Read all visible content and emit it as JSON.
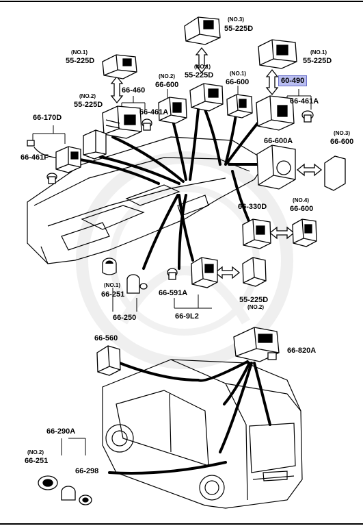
{
  "labels": {
    "no3_top": "(NO.3)",
    "p55225d_top": "55-225D",
    "no1_a": "(NO.1)",
    "p55225d_a": "55-225D",
    "no1_b": "(NO.1)",
    "p55225d_b": "55-225D",
    "no1_c": "(NO.1)",
    "p55225d_c": "55-225D",
    "no2_a": "(NO.2)",
    "p66600_a": "66-600",
    "no1_d": "(NO.1)",
    "p66600_d": "66-600",
    "p60490": "60-490",
    "p66461a_r": "66-461A",
    "p66460": "66-460",
    "no2_b": "(NO.2)",
    "p55225d_no2": "55-225D",
    "p66461a_l": "66-461A",
    "p66170d": "66-170D",
    "p66461f": "66-461F",
    "p66600a": "66-600A",
    "no3_b": "(NO.3)",
    "p66600_no3": "66-600",
    "p66330d": "66-330D",
    "no4": "(NO.4)",
    "p66600_no4": "66-600",
    "no1_e": "(NO.1)",
    "p66251": "66-251",
    "p66250": "66-250",
    "p66591a": "66-591A",
    "p669l2": "66-9L2",
    "p55225d_bot": "55-225D",
    "no2_bot": "(NO.2)",
    "p66560": "66-560",
    "p66820a": "66-820A",
    "p66290a": "66-290A",
    "no2_c": "(NO.2)",
    "p66251_b": "66-251",
    "p66298": "66-298"
  },
  "colors": {
    "highlight": "#b9bdf0",
    "ink": "#000000",
    "watermark": "#e4e4e4"
  }
}
